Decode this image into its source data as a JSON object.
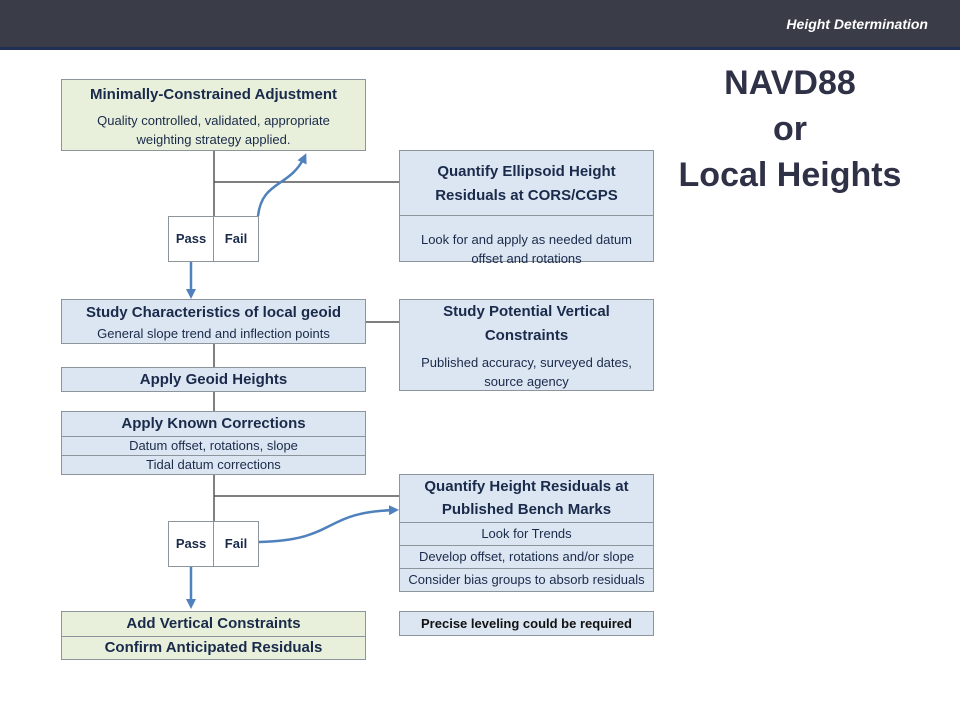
{
  "header": {
    "title": "Height Determination"
  },
  "heading": {
    "line1": "NAVD88",
    "line2": "or",
    "line3": "Local Heights"
  },
  "flow": {
    "min_adjustment": {
      "title": "Minimally-Constrained Adjustment",
      "line1": "Quality controlled, validated, appropriate",
      "line2": "weighting strategy applied."
    },
    "quantify_ellipsoid": {
      "title_line1": "Quantify Ellipsoid Height",
      "title_line2": "Residuals at CORS/CGPS",
      "line1": "Look for and apply as needed datum",
      "line2": "offset and rotations"
    },
    "decision1": {
      "pass": "Pass",
      "fail": "Fail"
    },
    "study_geoid": {
      "title": "Study Characteristics of local geoid",
      "subtitle": "General slope trend and inflection points"
    },
    "study_vertical": {
      "title_line1": "Study Potential Vertical",
      "title_line2": "Constraints",
      "line1": "Published accuracy, surveyed dates,",
      "line2": "source agency"
    },
    "apply_geoid": {
      "title": "Apply Geoid Heights"
    },
    "apply_known": {
      "title": "Apply Known Corrections",
      "row1": "Datum offset, rotations, slope",
      "row2": "Tidal datum corrections"
    },
    "quantify_bench": {
      "title_line1": "Quantify Height Residuals at",
      "title_line2": "Published Bench Marks",
      "row1": "Look for Trends",
      "row2": "Develop offset, rotations and/or slope",
      "row3": "Consider bias groups to absorb residuals"
    },
    "decision2": {
      "pass": "Pass",
      "fail": "Fail"
    },
    "add_vertical": {
      "row1": "Add Vertical Constraints",
      "row2": "Confirm Anticipated Residuals"
    },
    "precise_leveling": {
      "title": "Precise leveling could be required"
    }
  },
  "colors": {
    "green_box": "#e8f0db",
    "blue_box": "#dce6f2",
    "border": "#8c949c",
    "arrow": "#4f81bd",
    "header_bar": "#3a3c47",
    "heading_text": "#2f3146"
  }
}
